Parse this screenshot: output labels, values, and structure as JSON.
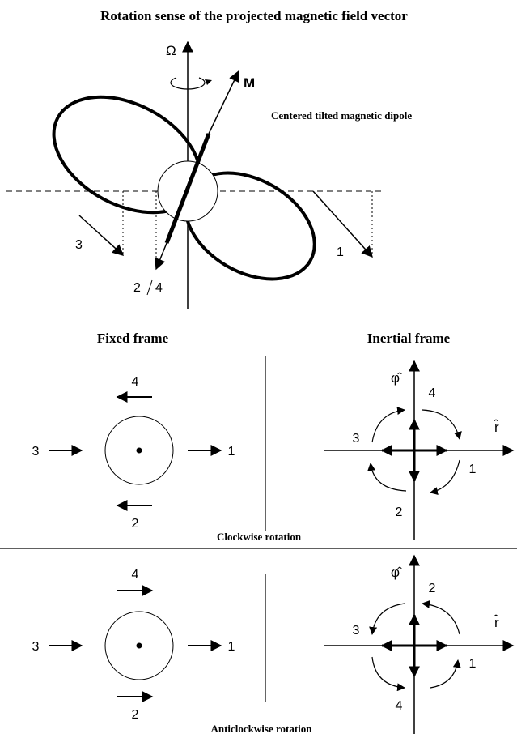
{
  "title": "Rotation sense of the projected magnetic field vector",
  "top": {
    "omega_label": "Ω",
    "m_label": "M",
    "caption": "Centered tilted magnetic dipole",
    "point_labels": {
      "p1": "1",
      "p2": "2",
      "p3": "3",
      "p4": "4"
    }
  },
  "fixed_frame_header": "Fixed frame",
  "inertial_frame_header": "Inertial frame",
  "clockwise": {
    "caption": "Clockwise rotation",
    "fixed": {
      "right": "1",
      "bottom": "2",
      "left": "3",
      "top": "4"
    },
    "inertial": {
      "phi_label": "φ̂",
      "r_label": "r̂",
      "quad_labels": {
        "top": "4",
        "left": "3",
        "right": "1",
        "bottom": "2"
      }
    }
  },
  "anticlockwise": {
    "caption": "Anticlockwise rotation",
    "fixed": {
      "right": "1",
      "bottom": "2",
      "left": "3",
      "top": "4"
    },
    "inertial": {
      "phi_label": "φ̂",
      "r_label": "r̂",
      "quad_labels": {
        "top": "2",
        "left": "3",
        "right": "1",
        "bottom": "4"
      }
    }
  }
}
